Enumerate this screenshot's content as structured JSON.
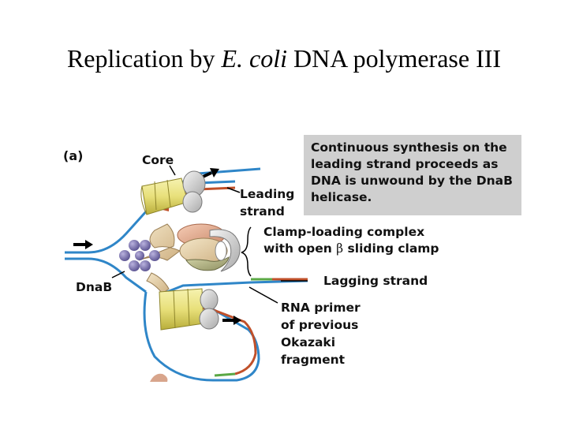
{
  "title": {
    "prefix": "Replication by ",
    "italic": "E. coli",
    "suffix": " DNA polymerase III"
  },
  "panel_label": "(a)",
  "labels": {
    "core": "Core",
    "leading_1": "Leading",
    "leading_2": "strand",
    "clamp_1": "Clamp-loading complex",
    "clamp_2_prefix": "with open ",
    "clamp_2_beta": "β",
    "clamp_2_suffix": " sliding clamp",
    "dnab": "DnaB",
    "lagging": "Lagging strand",
    "primer_1": "RNA primer",
    "primer_2": "of previous",
    "primer_3": "Okazaki",
    "primer_4": "fragment"
  },
  "callout": {
    "line1": "Continuous synthesis on the",
    "line2": "leading strand proceeds as",
    "line3": "DNA is unwound by the DnaB",
    "line4": "helicase."
  },
  "colors": {
    "dna_strand": "#2f86c8",
    "new_strand": "#c0502a",
    "rna_primer": "#5aa845",
    "core": "#e8e07a",
    "clamp": "#d9d9d9",
    "clamp_loader": "#e8d2a8",
    "helicase": "#7e74b0",
    "callout_bg": "#cfcfcf"
  }
}
